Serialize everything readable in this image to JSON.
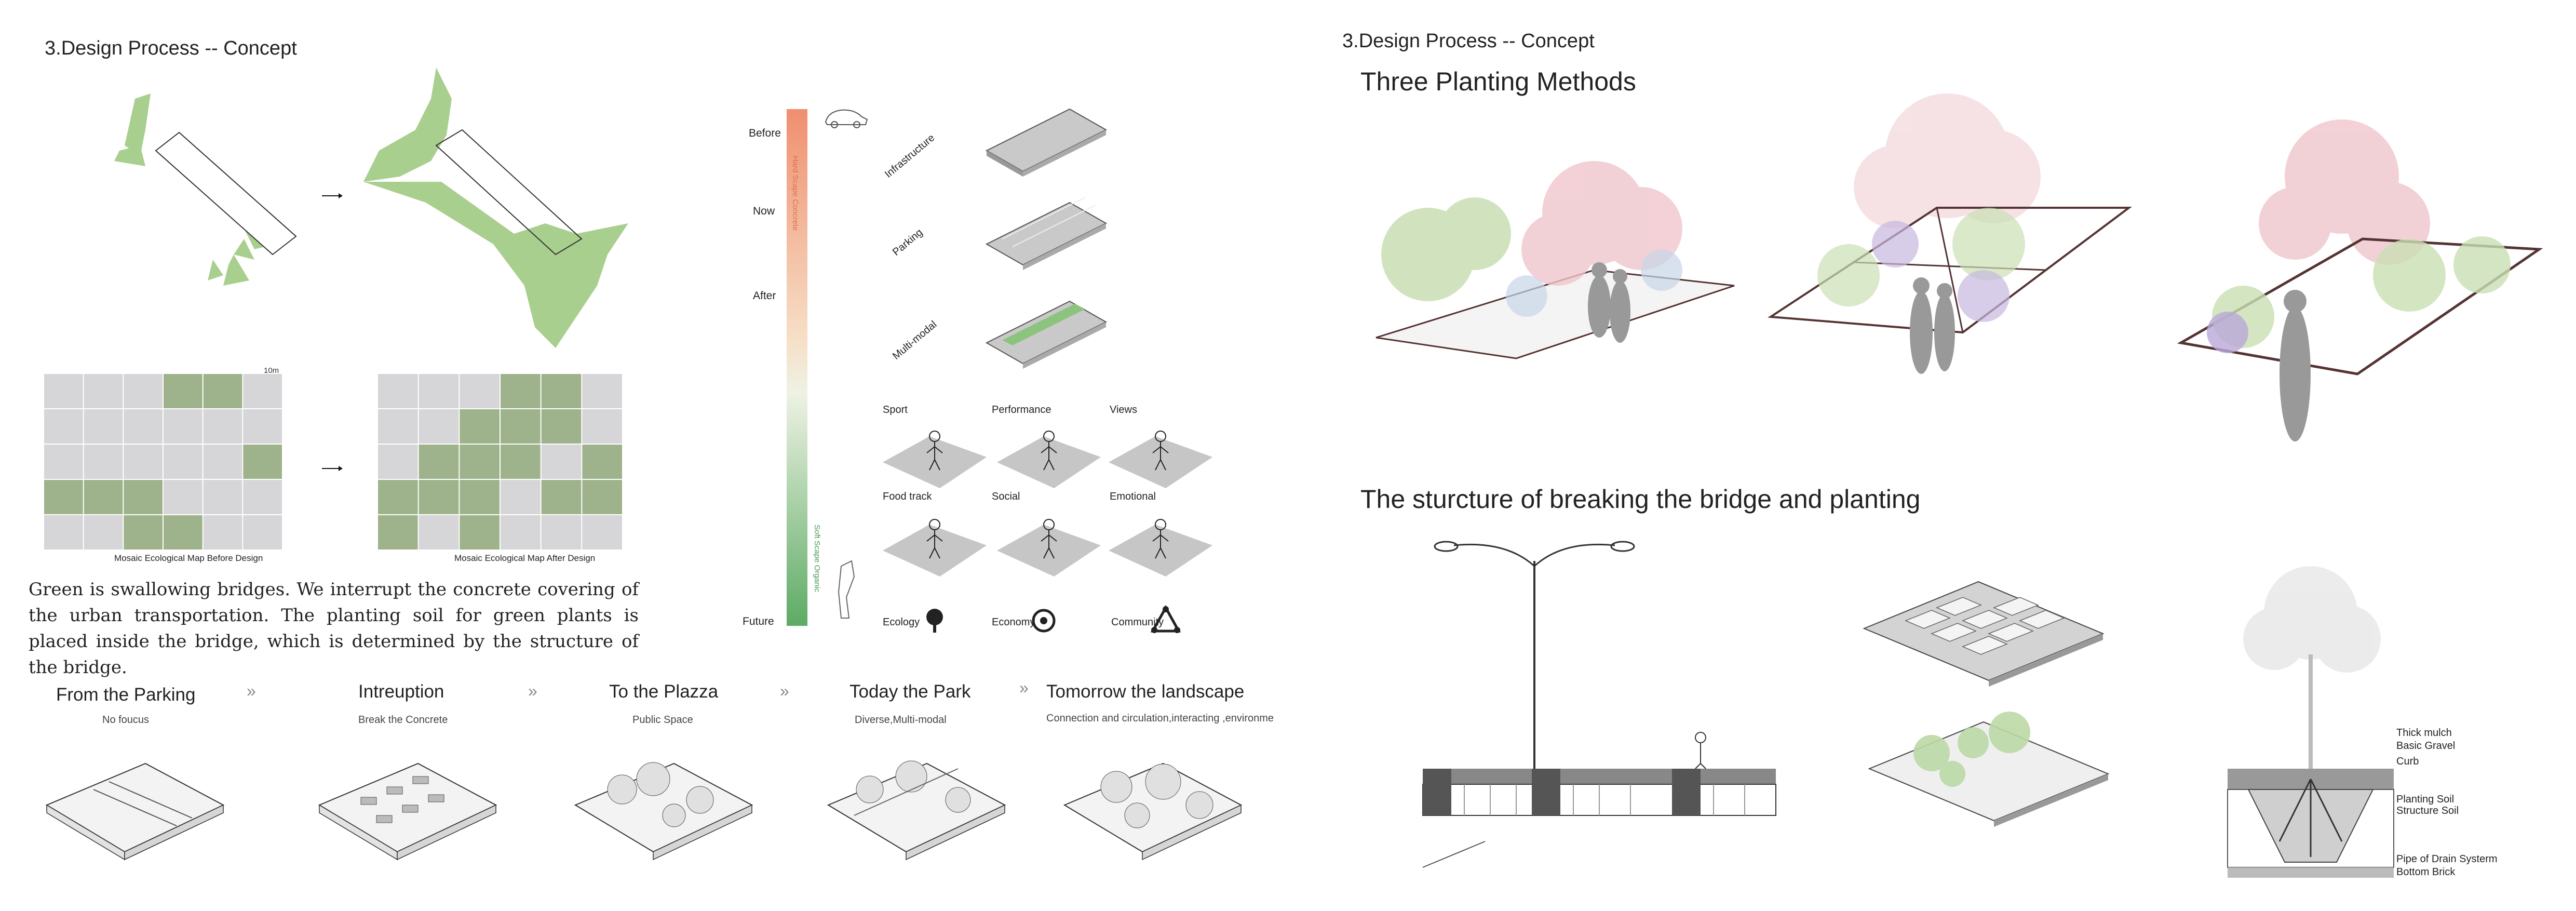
{
  "left_panel": {
    "section_title": "3.Design Process -- Concept",
    "map_label_before": "Mosaic Ecological Map Before Design",
    "map_label_after": "Mosaic Ecological Map After Design",
    "scale_label": "10m",
    "paragraph": "Green is swallowing bridges. We interrupt the concrete covering of the urban transportation. The planting soil for green plants is placed inside the bridge, which is determined by the structure of the bridge.",
    "stages": [
      {
        "title": "From the Parking",
        "desc": "No foucus"
      },
      {
        "title": "Intreuption",
        "desc": "Break the Concrete"
      },
      {
        "title": "To the Plazza",
        "desc": "Public Space"
      },
      {
        "title": "Today the Park",
        "desc": "Diverse,Multi-modal"
      },
      {
        "title": "Tomorrow the landscape",
        "desc": "Connection and circulation,interacting ,environme"
      }
    ],
    "chevron": "»",
    "timeline": {
      "labels": [
        "Before",
        "Now",
        "After",
        "Future"
      ],
      "bar_top_text": "Hard Scape Concrete",
      "bar_bottom_text": "Soft Scape Organic",
      "bridge_labels": [
        "Infrastructure",
        "Parking",
        "Multi-modal"
      ],
      "activities": [
        "Sport",
        "Performance",
        "Views",
        "Food track",
        "Social",
        "Emotional"
      ],
      "outcomes": [
        "Ecology",
        "Economy",
        "Community"
      ]
    }
  },
  "right_panel": {
    "section_title": "3.Design Process -- Concept",
    "planting_title": "Three Planting Methods",
    "structure_title": "The sturcture of breaking the bridge and planting",
    "section_labels": [
      "Thick mulch",
      "Basic Gravel",
      "Curb",
      "Planting Soil",
      "Structure Soil",
      "Pipe of Drain Systerm",
      "Bottom Brick"
    ]
  },
  "colors": {
    "green": "#a9cf8f",
    "grid_green": "#9eb38b",
    "grid_gray": "#d6d6d8",
    "gradient_top": "#f08f6f",
    "gradient_bottom": "#5dab64"
  }
}
